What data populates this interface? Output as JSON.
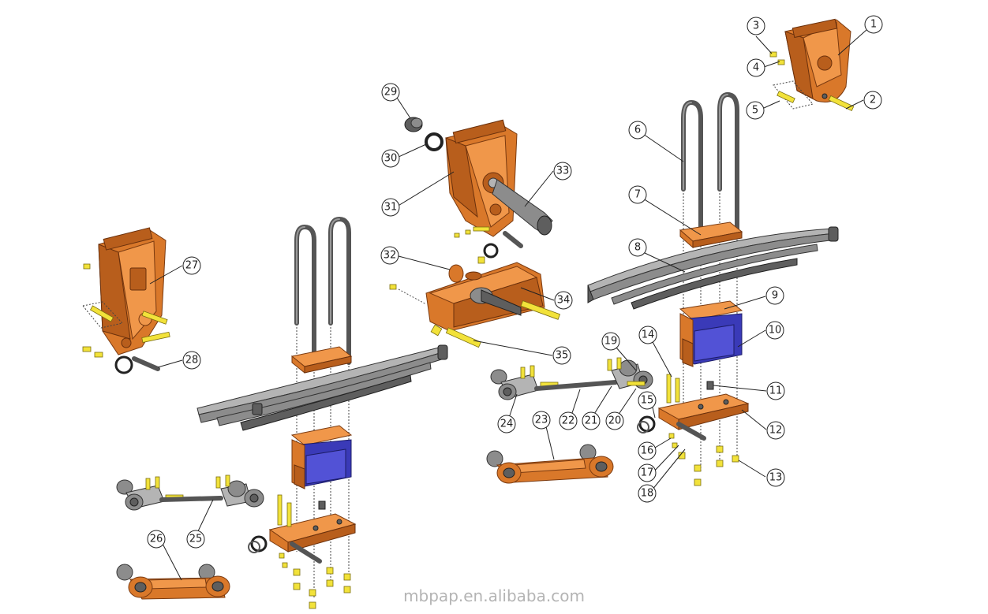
{
  "watermark": "mbpap.en.alibaba.com",
  "callouts": [
    {
      "id": "1",
      "label": "1"
    },
    {
      "id": "2",
      "label": "2"
    },
    {
      "id": "3",
      "label": "3"
    },
    {
      "id": "4",
      "label": "4"
    },
    {
      "id": "5",
      "label": "5"
    },
    {
      "id": "6",
      "label": "6"
    },
    {
      "id": "7",
      "label": "7"
    },
    {
      "id": "8",
      "label": "8"
    },
    {
      "id": "9",
      "label": "9"
    },
    {
      "id": "10",
      "label": "10"
    },
    {
      "id": "11",
      "label": "11"
    },
    {
      "id": "12",
      "label": "12"
    },
    {
      "id": "13",
      "label": "13"
    },
    {
      "id": "14",
      "label": "14"
    },
    {
      "id": "15",
      "label": "15"
    },
    {
      "id": "16",
      "label": "16"
    },
    {
      "id": "17",
      "label": "17"
    },
    {
      "id": "18",
      "label": "18"
    },
    {
      "id": "19",
      "label": "19"
    },
    {
      "id": "20",
      "label": "20"
    },
    {
      "id": "21",
      "label": "21"
    },
    {
      "id": "22",
      "label": "22"
    },
    {
      "id": "23",
      "label": "23"
    },
    {
      "id": "24",
      "label": "24"
    },
    {
      "id": "25",
      "label": "25"
    },
    {
      "id": "26",
      "label": "26"
    },
    {
      "id": "27",
      "label": "27"
    },
    {
      "id": "28",
      "label": "28"
    },
    {
      "id": "29",
      "label": "29"
    },
    {
      "id": "30",
      "label": "30"
    },
    {
      "id": "31",
      "label": "31"
    },
    {
      "id": "32",
      "label": "32"
    },
    {
      "id": "33",
      "label": "33"
    },
    {
      "id": "34",
      "label": "34"
    },
    {
      "id": "35",
      "label": "35"
    }
  ],
  "colors": {
    "bracket": "#d9782a",
    "bump_stop": "#3a3ab8",
    "leaf_spring": "#8c8c8c",
    "bolt": "#f2e23a"
  }
}
